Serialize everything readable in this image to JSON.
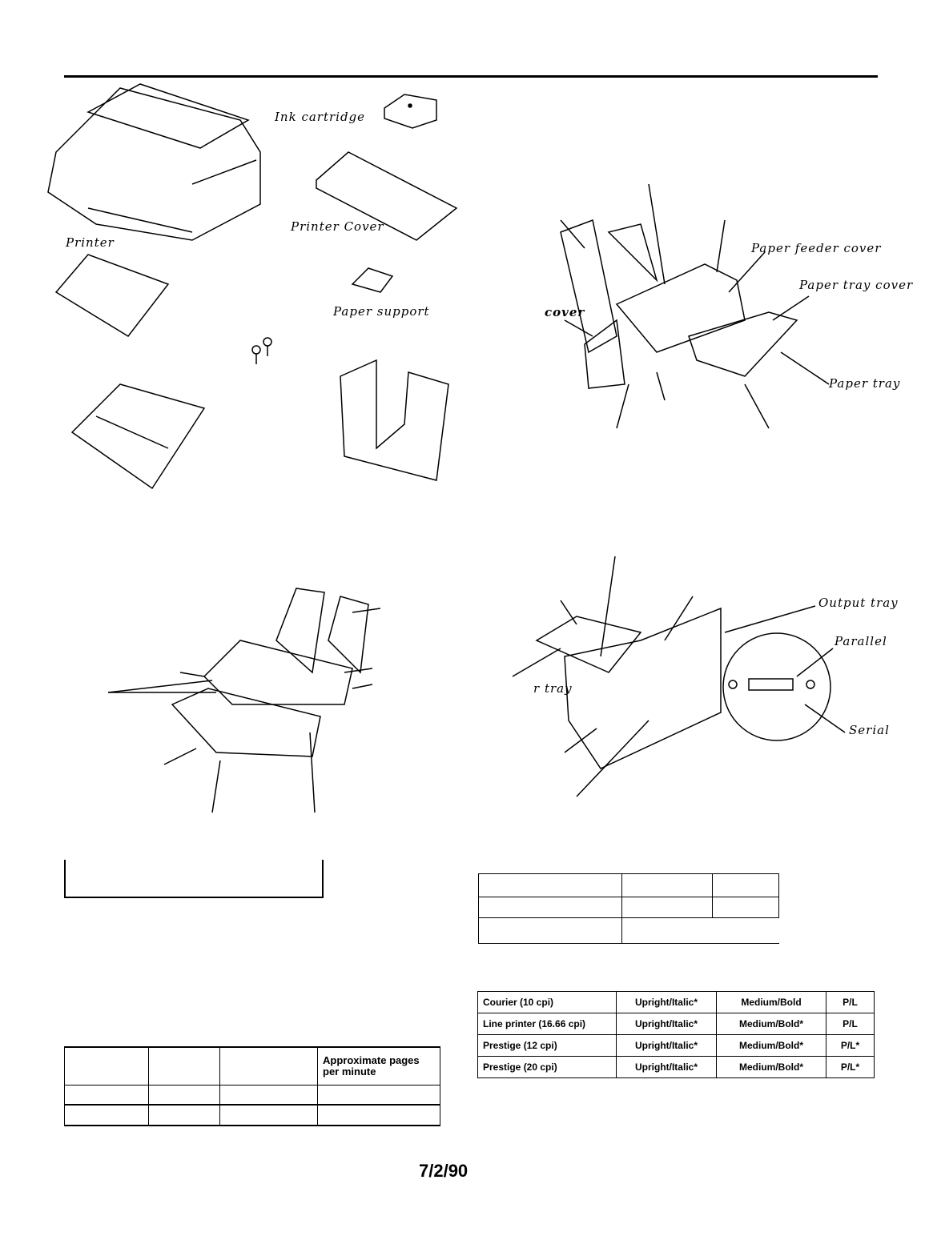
{
  "labels": {
    "ink_cartridge": "Ink cartridge",
    "printer": "Printer",
    "printer_cover": "Printer Cover",
    "paper_support": "Paper support",
    "paper_feeder_cover": "Paper feeder cover",
    "paper_tray_cover": "Paper tray cover",
    "cover": "cover",
    "paper_tray": "Paper tray",
    "output_tray": "Output tray",
    "parallel": "Parallel",
    "r_tray": "r tray",
    "serial": "Serial"
  },
  "font_table": {
    "rows": [
      [
        "Courier (10 cpi)",
        "Upright/Italic*",
        "Medium/Bold",
        "P/L"
      ],
      [
        "Line printer (16.66 cpi)",
        "Upright/Italic*",
        "Medium/Bold*",
        "P/L"
      ],
      [
        "Prestige (12 cpi)",
        "Upright/Italic*",
        "Medium/Bold*",
        "P/L*"
      ],
      [
        "Prestige (20 cpi)",
        "Upright/Italic*",
        "Medium/Bold*",
        "P/L*"
      ]
    ]
  },
  "speed_table": {
    "header_last": "Approximate pages per minute"
  },
  "footer": {
    "date": "7/2/90"
  }
}
